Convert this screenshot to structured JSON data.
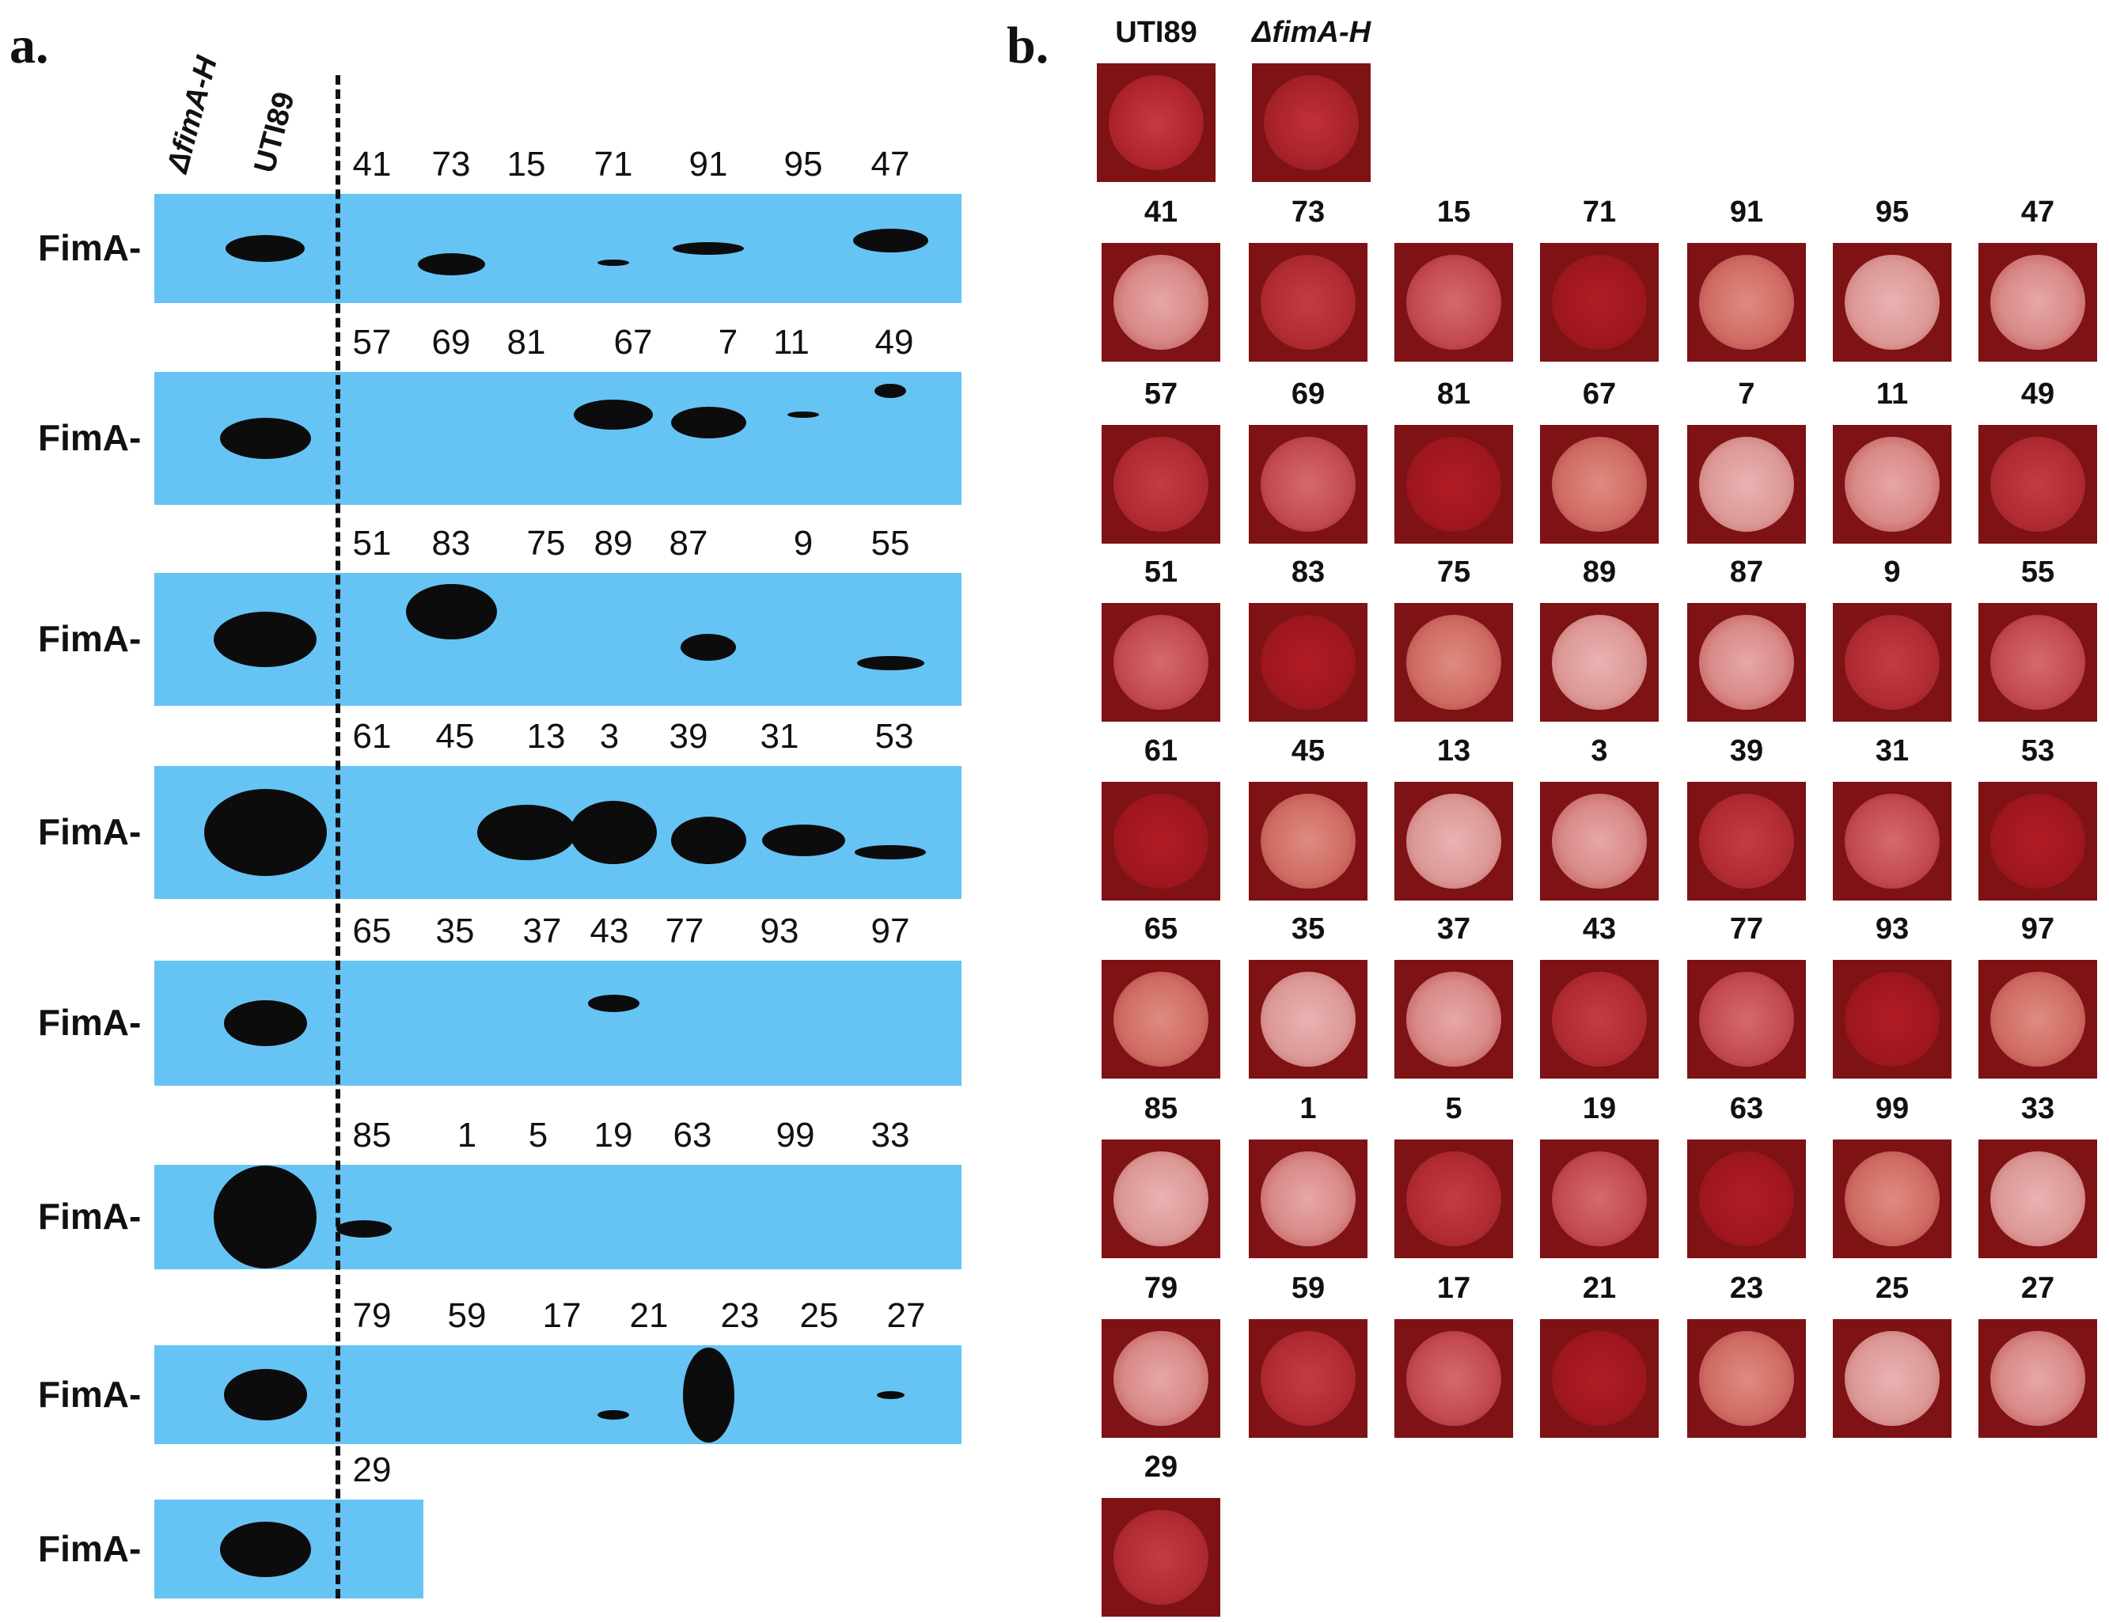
{
  "panel_a": {
    "letter": "a.",
    "control_labels": [
      "ΔfimA-H",
      "UTI89"
    ],
    "band_label": "FimA-",
    "rows": [
      [
        "41",
        "73",
        "15",
        "71",
        "91",
        "95",
        "47"
      ],
      [
        "57",
        "69",
        "81",
        "67",
        "7",
        "11",
        "49"
      ],
      [
        "51",
        "83",
        "75",
        "89",
        "87",
        "9",
        "55"
      ],
      [
        "61",
        "45",
        "13",
        "3",
        "39",
        "31",
        "53"
      ],
      [
        "65",
        "35",
        "37",
        "43",
        "77",
        "93",
        "97"
      ],
      [
        "85",
        "1",
        "5",
        "19",
        "63",
        "99",
        "33"
      ],
      [
        "79",
        "59",
        "17",
        "21",
        "23",
        "25",
        "27"
      ],
      [
        "29"
      ]
    ]
  },
  "panel_b": {
    "letter": "b.",
    "controls": [
      "UTI89",
      "ΔfimA-H"
    ],
    "rows": [
      [
        "41",
        "73",
        "15",
        "71",
        "91",
        "95",
        "47"
      ],
      [
        "57",
        "69",
        "81",
        "67",
        "7",
        "11",
        "49"
      ],
      [
        "51",
        "83",
        "75",
        "89",
        "87",
        "9",
        "55"
      ],
      [
        "61",
        "45",
        "13",
        "3",
        "39",
        "31",
        "53"
      ],
      [
        "65",
        "35",
        "37",
        "43",
        "77",
        "93",
        "97"
      ],
      [
        "85",
        "1",
        "5",
        "19",
        "63",
        "99",
        "33"
      ],
      [
        "79",
        "59",
        "17",
        "21",
        "23",
        "25",
        "27"
      ],
      [
        "29"
      ]
    ]
  },
  "colors": {
    "blot_background": "#66c4f4",
    "band": "#0c0c0c",
    "plate_background": "#7e1214"
  }
}
